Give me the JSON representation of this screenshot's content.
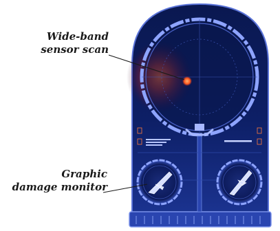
{
  "callouts": {
    "scan_line1": "Wide-band",
    "scan_line2": "sensor scan",
    "damage_line1": "Graphic",
    "damage_line2": "damage monitor"
  },
  "colors": {
    "background": "#ffffff",
    "console_body": "#0b1a55",
    "console_rim": "#5a73d8",
    "scope_ring": "#8ea4ff",
    "glow": "#ff4a1a",
    "label_text": "#1a1a1a",
    "console_base": "#6a86e0"
  },
  "icons": {
    "sensor_blip": "red-sensor-blip",
    "ship_left": "ship-silhouette",
    "ship_right": "ship-silhouette"
  }
}
